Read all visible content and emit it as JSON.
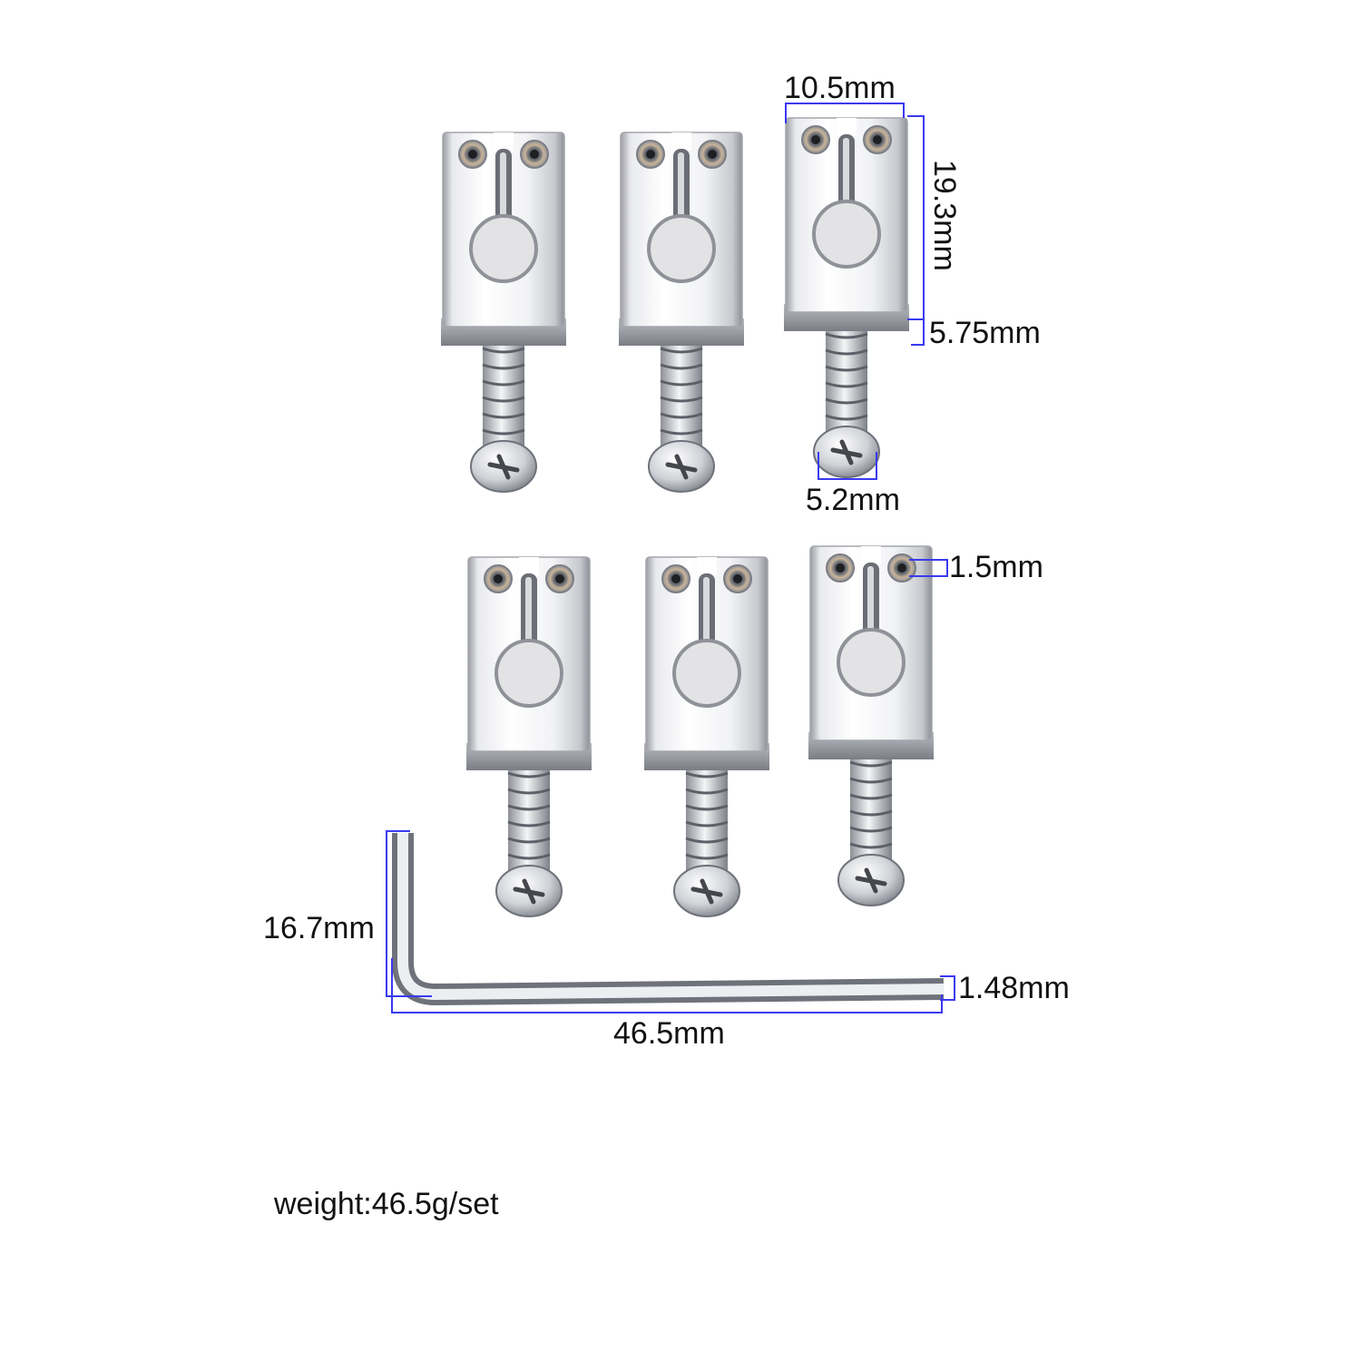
{
  "colors": {
    "background": "#ffffff",
    "dimension_line": "#3a3af0",
    "chrome_light": "#f5f5f7",
    "chrome_mid": "#c9cbd0",
    "chrome_dark": "#6e7178"
  },
  "dimensions": {
    "saddle_width": "10.5mm",
    "saddle_height": "19.3mm",
    "saddle_base": "5.75mm",
    "screw_head": "5.2mm",
    "set_screw": "1.5mm",
    "wrench_short_arm": "16.7mm",
    "wrench_long_arm": "46.5mm",
    "wrench_diameter": "1.48mm"
  },
  "weight_text": "weight:46.5g/set",
  "parts": {
    "saddle_count": 6,
    "saddle_icon": "guitar-bridge-saddle-icon",
    "wrench_icon": "allen-wrench-icon"
  }
}
